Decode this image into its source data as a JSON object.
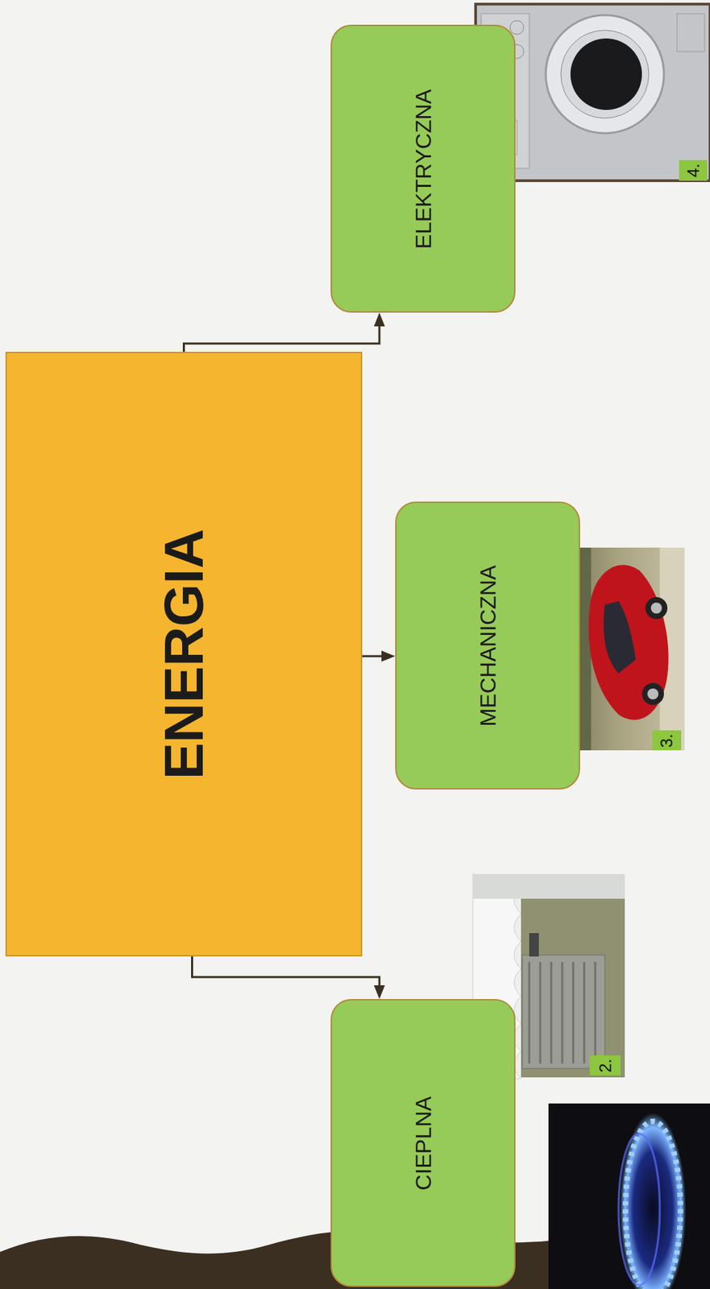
{
  "diagram": {
    "nodes": [
      {
        "text": [
          "ENERGIA"
        ]
      },
      {
        "text": [
          "ELEKTRYCZNA"
        ]
      },
      {
        "text": [
          "MECHANICZNA"
        ]
      },
      {
        "text": [
          "CIEPLNA"
        ]
      }
    ],
    "edges": [
      {
        "from": 0,
        "to": 1,
        "arrow": "to"
      },
      {
        "from": 0,
        "to": 2,
        "arrow": "to"
      },
      {
        "from": 0,
        "to": 3,
        "arrow": "to"
      }
    ],
    "labels": [
      "4.",
      "3.",
      "2."
    ]
  }
}
